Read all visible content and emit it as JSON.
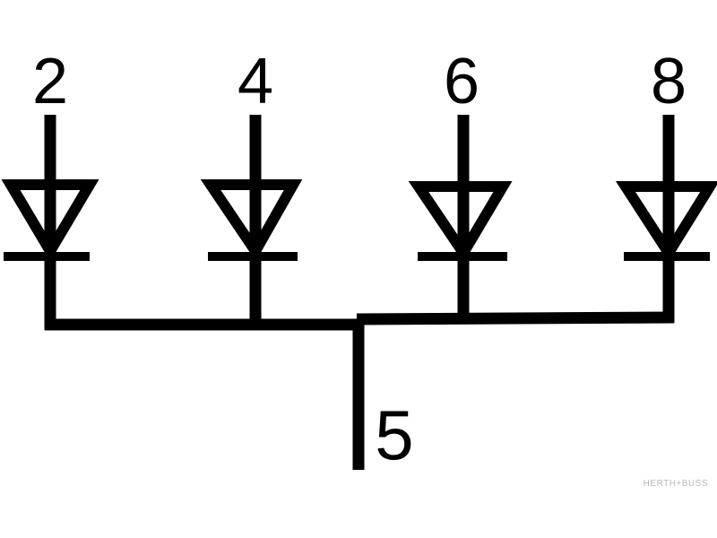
{
  "diagram": {
    "pins": [
      {
        "label": "2"
      },
      {
        "label": "4"
      },
      {
        "label": "6"
      },
      {
        "label": "8"
      }
    ],
    "common_pin": {
      "label": "5"
    },
    "watermark": "HERTH+BUSS",
    "colors": {
      "line": "#000000",
      "background": "#ffffff"
    }
  }
}
